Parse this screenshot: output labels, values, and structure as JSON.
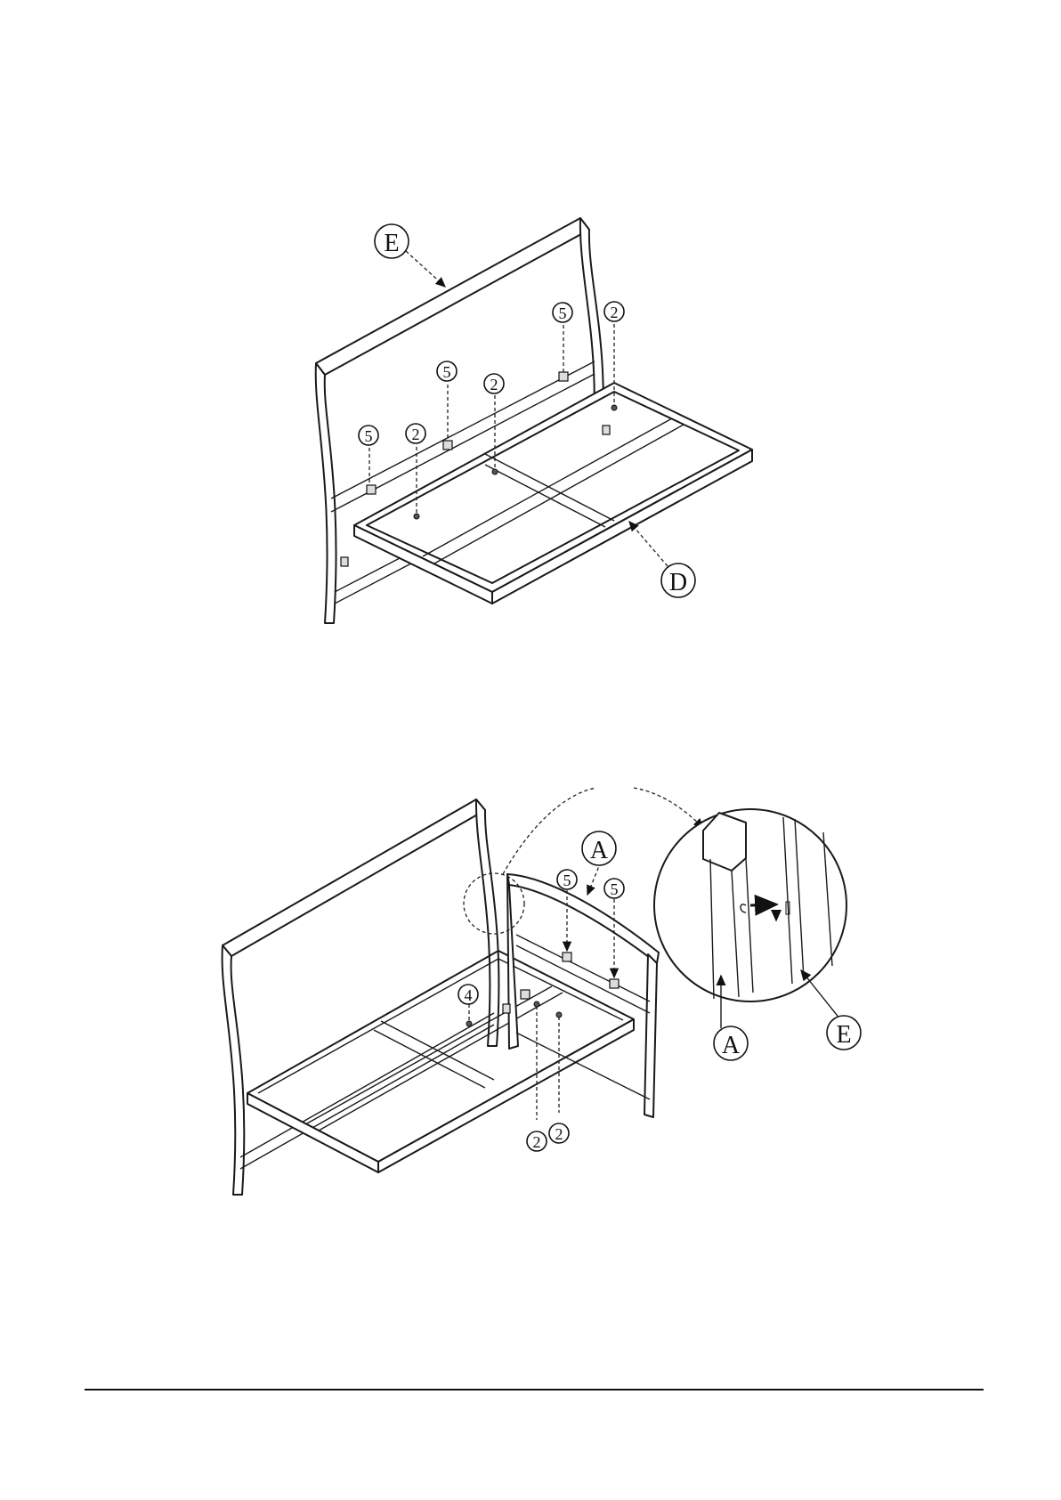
{
  "step1": {
    "part_labels": {
      "backrest": "E",
      "seat_frame": "D"
    },
    "callouts": [
      "5",
      "2",
      "5",
      "2",
      "5",
      "2"
    ]
  },
  "step2": {
    "part_labels": {
      "side_frame": "A",
      "detail_side_frame": "A",
      "detail_backrest": "E"
    },
    "callouts": [
      "5",
      "5",
      "4",
      "2",
      "2"
    ]
  }
}
